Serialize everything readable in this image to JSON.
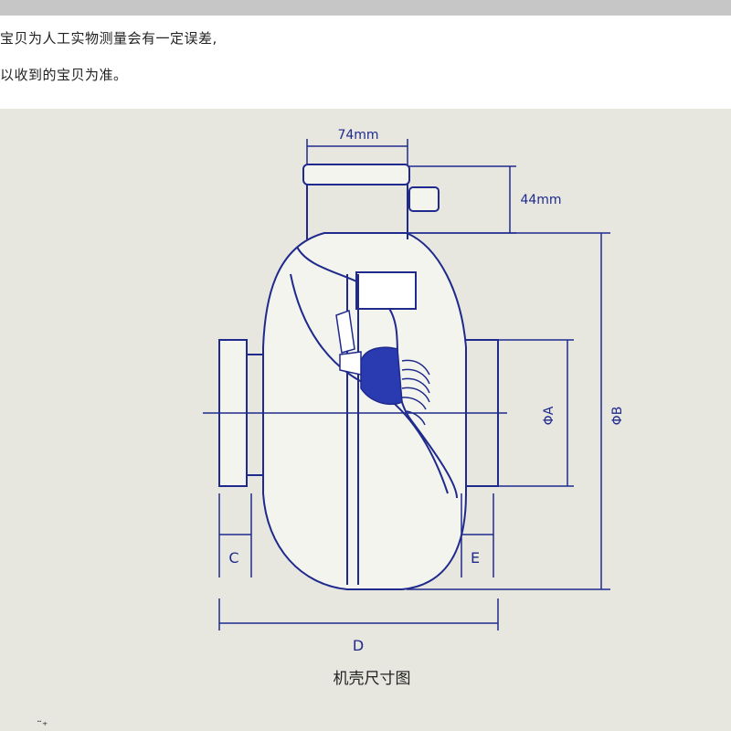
{
  "notes": {
    "line1": "宝贝为人工实物测量会有一定误差,",
    "line2": "以收到的宝贝为准。"
  },
  "diagram": {
    "caption": "机壳尺寸图",
    "dimensions": {
      "top_width": "74mm",
      "box_height": "44mm",
      "phi_a": "ΦA",
      "phi_b": "ΦB",
      "c": "C",
      "d": "D",
      "e": "E"
    },
    "corner_mark": "¨⁺"
  },
  "colors": {
    "page_background": "#ffffff",
    "header_bar": "#c6c6c6",
    "panel_background": "#e7e7e0",
    "line_color": "#1f2a8c",
    "housing_fill": "#f4f4ee",
    "motor_fill": "#2a3ab0"
  }
}
